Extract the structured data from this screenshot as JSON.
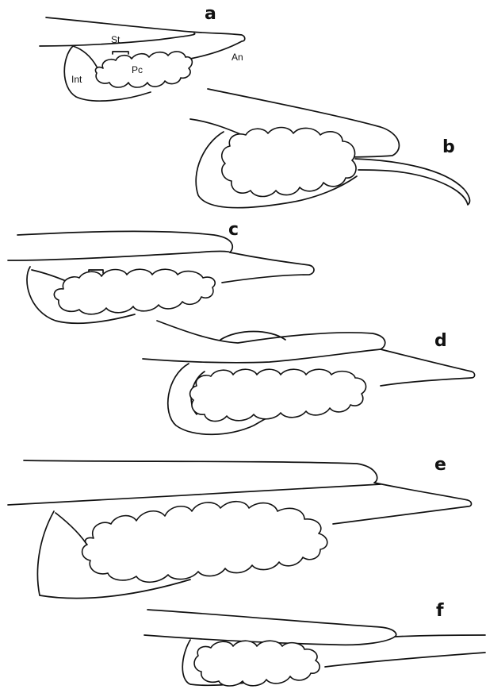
{
  "panels": [
    {
      "letter": "a"
    },
    {
      "letter": "b"
    },
    {
      "letter": "c"
    },
    {
      "letter": "d"
    },
    {
      "letter": "e"
    },
    {
      "letter": "f"
    }
  ],
  "labels": {
    "st": "St",
    "pc": "Pc",
    "int": "Int",
    "an": "An"
  }
}
